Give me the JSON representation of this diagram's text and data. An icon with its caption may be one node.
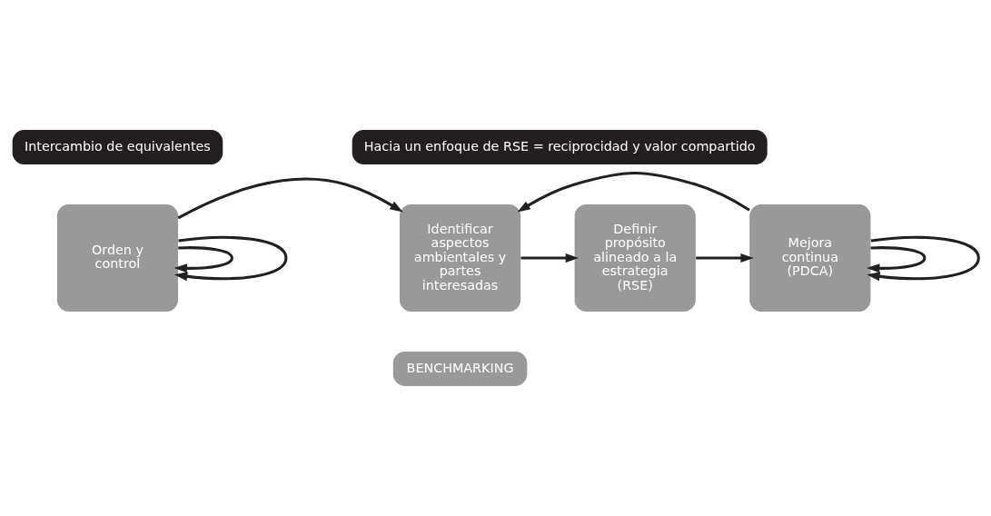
{
  "diagram": {
    "nodes": [
      {
        "text": [
          "Intercambio de equivalentes"
        ]
      },
      {
        "text": [
          "Hacia un enfoque de RSE = reciprocidad y valor compartido"
        ]
      },
      {
        "text": [
          "Orden y control"
        ]
      },
      {
        "text": [
          "Identificar aspectos ambientales y partes interesadas"
        ]
      },
      {
        "text": [
          "Definir propósito alineado a la estrategia (RSE)"
        ]
      },
      {
        "text": [
          "Mejora continua (PDCA)"
        ]
      },
      {
        "text": [
          "BENCHMARKING"
        ]
      }
    ],
    "edges": [
      {
        "from": 2,
        "to": 2,
        "arrow": "to"
      },
      {
        "from": 2,
        "to": 2,
        "arrow": "to"
      },
      {
        "from": 2,
        "to": 3,
        "arrow": "to"
      },
      {
        "from": 3,
        "to": 4,
        "arrow": "to"
      },
      {
        "from": 4,
        "to": 5,
        "arrow": "to"
      },
      {
        "from": 5,
        "to": 3,
        "arrow": "to"
      },
      {
        "from": 5,
        "to": 5,
        "arrow": "to"
      },
      {
        "from": 5,
        "to": 5,
        "arrow": "to"
      }
    ]
  }
}
